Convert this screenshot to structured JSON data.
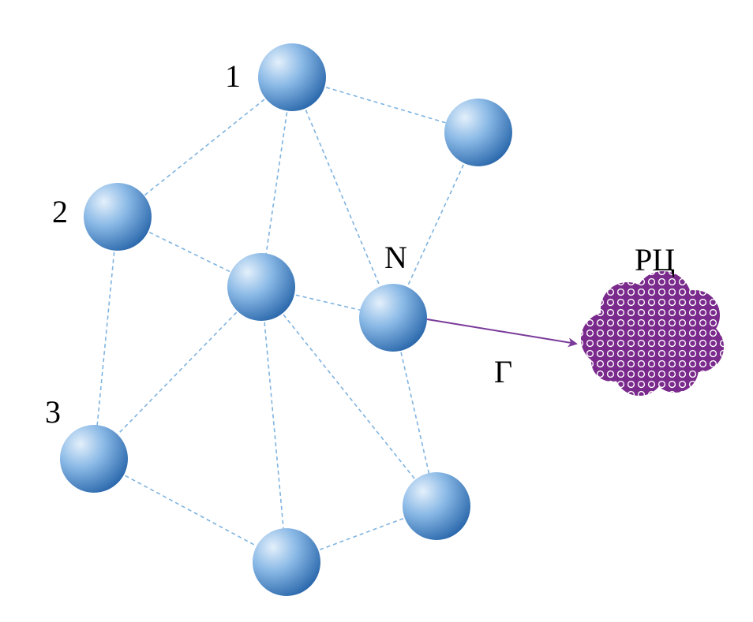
{
  "labels": {
    "node_1": "1",
    "node_2": "2",
    "node_3": "3",
    "node_n": "N",
    "link_label": "Г",
    "center_label": "РЦ"
  },
  "colors": {
    "node_light": "#dbe9f8",
    "node_mid": "#7fb0e0",
    "node_dark": "#2f6fb0",
    "edge": "#7fb3e0",
    "arrow": "#7a3a9a",
    "cloud": "#7a2a8c"
  }
}
